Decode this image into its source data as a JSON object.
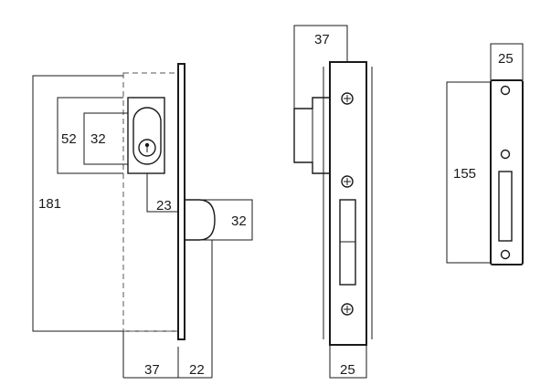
{
  "labels": {
    "side_overall_height": "181",
    "side_cylinder_outer": "52",
    "side_cylinder_inner": "32",
    "side_bolt_offset": "23",
    "side_bolt_projection": "32",
    "side_backset": "37",
    "side_faceplate": "22",
    "front_bolt_depth": "37",
    "front_width": "25",
    "strike_width": "25",
    "strike_height": "155"
  },
  "colors": {
    "line": "#1a1a1a",
    "dashed": "#555555",
    "background": "#ffffff"
  }
}
